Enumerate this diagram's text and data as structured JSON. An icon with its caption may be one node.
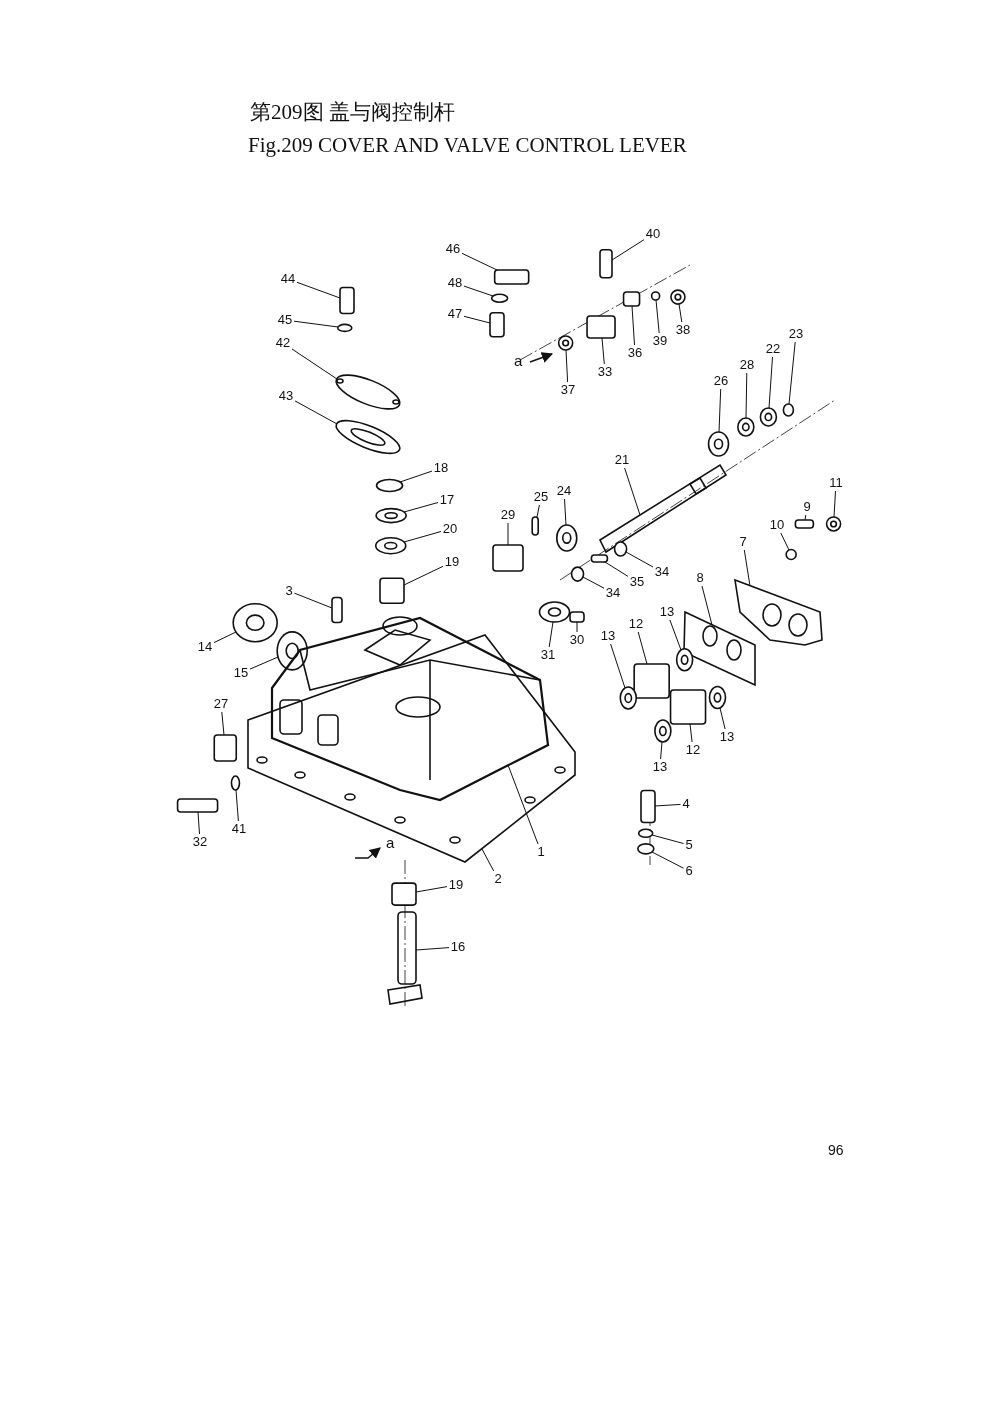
{
  "diagram": {
    "title": "第209图 盖与阀控制杆",
    "nodes": [
      {
        "text": [
          "46"
        ]
      },
      {
        "text": [
          "40"
        ]
      },
      {
        "text": [
          "44"
        ]
      },
      {
        "text": [
          "48"
        ]
      },
      {
        "text": [
          "45"
        ]
      },
      {
        "text": [
          "47"
        ]
      },
      {
        "text": [
          "42"
        ]
      },
      {
        "text": [
          "38"
        ]
      },
      {
        "text": [
          "39"
        ]
      },
      {
        "text": [
          "36"
        ]
      },
      {
        "text": [
          "23"
        ]
      },
      {
        "text": [
          "22"
        ]
      },
      {
        "text": [
          "28"
        ]
      },
      {
        "text": [
          "33"
        ]
      },
      {
        "text": [
          "37"
        ]
      },
      {
        "text": [
          "26"
        ]
      },
      {
        "text": [
          "43"
        ]
      },
      {
        "text": [
          "18"
        ]
      },
      {
        "text": [
          "21"
        ]
      },
      {
        "text": [
          "11"
        ]
      },
      {
        "text": [
          "25"
        ]
      },
      {
        "text": [
          "24"
        ]
      },
      {
        "text": [
          "17"
        ]
      },
      {
        "text": [
          "29"
        ]
      },
      {
        "text": [
          "9"
        ]
      },
      {
        "text": [
          "10"
        ]
      },
      {
        "text": [
          "20"
        ]
      },
      {
        "text": [
          "7"
        ]
      },
      {
        "text": [
          "19"
        ]
      },
      {
        "text": [
          "35"
        ]
      },
      {
        "text": [
          "34"
        ]
      },
      {
        "text": [
          "34"
        ]
      },
      {
        "text": [
          "3"
        ]
      },
      {
        "text": [
          "8"
        ]
      },
      {
        "text": [
          "13"
        ]
      },
      {
        "text": [
          "12"
        ]
      },
      {
        "text": [
          "13"
        ]
      },
      {
        "text": [
          "30"
        ]
      },
      {
        "text": [
          "14"
        ]
      },
      {
        "text": [
          "31"
        ]
      },
      {
        "text": [
          "15"
        ]
      },
      {
        "text": [
          "27"
        ]
      },
      {
        "text": [
          "13"
        ]
      },
      {
        "text": [
          "12"
        ]
      },
      {
        "text": [
          "13"
        ]
      },
      {
        "text": [
          "4"
        ]
      },
      {
        "text": [
          "41"
        ]
      },
      {
        "text": [
          "32"
        ]
      },
      {
        "text": [
          "5"
        ]
      },
      {
        "text": [
          "1"
        ]
      },
      {
        "text": [
          "6"
        ]
      },
      {
        "text": [
          "2"
        ]
      },
      {
        "text": [
          "19"
        ]
      },
      {
        "text": [
          "16"
        ]
      },
      {
        "text": [],
        "shape": "box"
      },
      {
        "text": [],
        "shape": "box"
      },
      {
        "text": [],
        "shape": "box"
      },
      {
        "text": [],
        "shape": "circle"
      },
      {
        "text": [],
        "shape": "circle"
      },
      {
        "text": [],
        "shape": "box"
      },
      {
        "text": [],
        "shape": "picture"
      },
      {
        "text": [],
        "shape": "circle"
      },
      {
        "text": [],
        "shape": "circle"
      },
      {
        "text": [],
        "shape": "box"
      },
      {
        "text": [],
        "shape": "circle"
      },
      {
        "text": [],
        "shape": "circle"
      },
      {
        "text": [],
        "shape": "circle"
      },
      {
        "text": [],
        "shape": "box"
      },
      {
        "text": [],
        "shape": "circle"
      },
      {
        "text": [],
        "shape": "circle"
      },
      {
        "text": [],
        "shape": "picture"
      },
      {
        "text": [],
        "shape": "circle"
      },
      {
        "text": [],
        "shape": "picture"
      },
      {
        "text": [],
        "shape": "circle"
      },
      {
        "text": [],
        "shape": "box"
      },
      {
        "text": [],
        "shape": "circle"
      },
      {
        "text": [],
        "shape": "circle"
      },
      {
        "text": [],
        "shape": "box"
      },
      {
        "text": [],
        "shape": "box"
      },
      {
        "text": [],
        "shape": "circle"
      },
      {
        "text": [],
        "shape": "circle"
      },
      {
        "text": [],
        "shape": "picture"
      },
      {
        "text": [],
        "shape": "box"
      },
      {
        "text": [],
        "shape": "box"
      },
      {
        "text": [],
        "shape": "circle"
      },
      {
        "text": [],
        "shape": "circle"
      },
      {
        "text": [],
        "shape": "box"
      },
      {
        "text": [],
        "shape": "picture"
      },
      {
        "text": [],
        "shape": "circle"
      },
      {
        "text": [],
        "shape": "box"
      },
      {
        "text": [],
        "shape": "circle"
      },
      {
        "text": [],
        "shape": "box"
      },
      {
        "text": [],
        "shape": "circle"
      },
      {
        "text": [],
        "shape": "circle"
      },
      {
        "text": [],
        "shape": "circle"
      },
      {
        "text": [],
        "shape": "box"
      },
      {
        "text": [],
        "shape": "circle"
      },
      {
        "text": [],
        "shape": "box"
      },
      {
        "text": [],
        "shape": "circle"
      },
      {
        "text": [],
        "shape": "box"
      },
      {
        "text": [],
        "shape": "circle"
      },
      {
        "text": [],
        "shape": "box"
      },
      {
        "text": [],
        "shape": "circle"
      },
      {
        "text": [],
        "shape": "picture"
      },
      {
        "text": [],
        "shape": "circle"
      },
      {
        "text": [],
        "shape": "picture"
      },
      {
        "text": [],
        "shape": "box"
      },
      {
        "text": [],
        "shape": "picture"
      }
    ],
    "edges": [
      {
        "from": 0,
        "to": 54,
        "arrow": "none"
      },
      {
        "from": 1,
        "to": 55,
        "arrow": "none"
      },
      {
        "from": 2,
        "to": 56,
        "arrow": "none"
      },
      {
        "from": 3,
        "to": 57,
        "arrow": "none"
      },
      {
        "from": 4,
        "to": 58,
        "arrow": "none"
      },
      {
        "from": 5,
        "to": 59,
        "arrow": "none"
      },
      {
        "from": 6,
        "to": 60,
        "arrow": "none"
      },
      {
        "from": 7,
        "to": 61,
        "arrow": "none"
      },
      {
        "from": 8,
        "to": 62,
        "arrow": "none"
      },
      {
        "from": 9,
        "to": 63,
        "arrow": "none"
      },
      {
        "from": 10,
        "to": 64,
        "arrow": "none"
      },
      {
        "from": 11,
        "to": 65,
        "arrow": "none"
      },
      {
        "from": 12,
        "to": 66,
        "arrow": "none"
      },
      {
        "from": 13,
        "to": 67,
        "arrow": "none"
      },
      {
        "from": 14,
        "to": 68,
        "arrow": "none"
      },
      {
        "from": 15,
        "to": 69,
        "arrow": "none"
      },
      {
        "from": 16,
        "to": 70,
        "arrow": "none"
      },
      {
        "from": 17,
        "to": 71,
        "arrow": "none"
      },
      {
        "from": 18,
        "to": 72,
        "arrow": "none"
      },
      {
        "from": 19,
        "to": 73,
        "arrow": "none"
      },
      {
        "from": 20,
        "to": 74,
        "arrow": "none"
      },
      {
        "from": 21,
        "to": 75,
        "arrow": "none"
      },
      {
        "from": 22,
        "to": 76,
        "arrow": "none"
      },
      {
        "from": 23,
        "to": 77,
        "arrow": "none"
      },
      {
        "from": 24,
        "to": 78,
        "arrow": "none"
      },
      {
        "from": 25,
        "to": 79,
        "arrow": "none"
      },
      {
        "from": 26,
        "to": 80,
        "arrow": "none"
      },
      {
        "from": 27,
        "to": 81,
        "arrow": "none"
      },
      {
        "from": 28,
        "to": 82,
        "arrow": "none"
      },
      {
        "from": 29,
        "to": 83,
        "arrow": "none"
      },
      {
        "from": 30,
        "to": 84,
        "arrow": "none"
      },
      {
        "from": 31,
        "to": 85,
        "arrow": "none"
      },
      {
        "from": 32,
        "to": 86,
        "arrow": "none"
      },
      {
        "from": 33,
        "to": 87,
        "arrow": "none"
      },
      {
        "from": 34,
        "to": 88,
        "arrow": "none"
      },
      {
        "from": 35,
        "to": 89,
        "arrow": "none"
      },
      {
        "from": 36,
        "to": 90,
        "arrow": "none"
      },
      {
        "from": 37,
        "to": 91,
        "arrow": "none"
      },
      {
        "from": 38,
        "to": 92,
        "arrow": "none"
      },
      {
        "from": 39,
        "to": 93,
        "arrow": "none"
      },
      {
        "from": 40,
        "to": 94,
        "arrow": "none"
      },
      {
        "from": 41,
        "to": 95,
        "arrow": "none"
      },
      {
        "from": 42,
        "to": 96,
        "arrow": "none"
      },
      {
        "from": 43,
        "to": 97,
        "arrow": "none"
      },
      {
        "from": 44,
        "to": 98,
        "arrow": "none"
      },
      {
        "from": 45,
        "to": 99,
        "arrow": "none"
      },
      {
        "from": 46,
        "to": 100,
        "arrow": "none"
      },
      {
        "from": 47,
        "to": 101,
        "arrow": "none"
      },
      {
        "from": 48,
        "to": 102,
        "arrow": "none"
      },
      {
        "from": 49,
        "to": 103,
        "arrow": "none"
      },
      {
        "from": 50,
        "to": 104,
        "arrow": "none"
      },
      {
        "from": 51,
        "to": 105,
        "arrow": "none"
      },
      {
        "from": 52,
        "to": 106,
        "arrow": "none"
      },
      {
        "from": 53,
        "to": 107,
        "arrow": "none"
      }
    ],
    "labels": [
      "Fig.209 COVER AND VALVE CONTROL LEVER",
      "a",
      "a",
      "96"
    ]
  }
}
